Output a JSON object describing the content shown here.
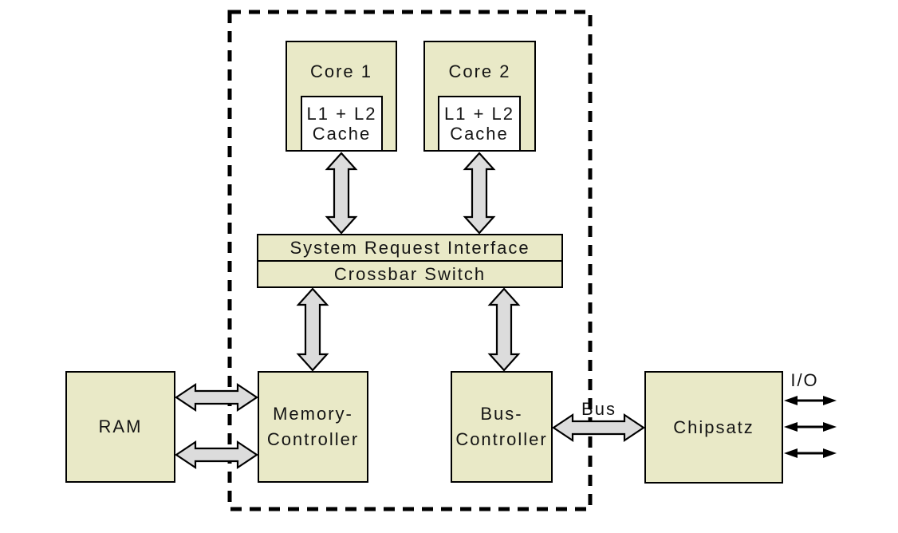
{
  "colors": {
    "background": "#ffffff",
    "box_fill": "#e9e9c7",
    "cache_fill": "#ffffff",
    "box_border": "#000000",
    "arrow_fill": "#dcdcdc",
    "arrow_outline": "#000000",
    "io_arrow": "#000000",
    "boundary_dash": "#000000",
    "text": "#141414"
  },
  "nodes": {
    "core1": {
      "label": "Core 1"
    },
    "core2": {
      "label": "Core 2"
    },
    "cache1": {
      "line1": "L1 + L2",
      "line2": "Cache"
    },
    "cache2": {
      "line1": "L1 + L2",
      "line2": "Cache"
    },
    "system_request_interface": {
      "label": "System Request Interface"
    },
    "crossbar_switch": {
      "label": "Crossbar Switch"
    },
    "memory_controller": {
      "line1": "Memory-",
      "line2": "Controller"
    },
    "bus_controller": {
      "line1": "Bus-",
      "line2": "Controller"
    },
    "ram": {
      "label": "RAM"
    },
    "chipset": {
      "label": "Chipsatz"
    }
  },
  "labels": {
    "bus": "Bus",
    "io": "I/O"
  },
  "edges": [
    {
      "from": "cache1",
      "to": "system_request_interface",
      "style": "block-double-arrow",
      "direction": "bidirectional"
    },
    {
      "from": "cache2",
      "to": "system_request_interface",
      "style": "block-double-arrow",
      "direction": "bidirectional"
    },
    {
      "from": "crossbar_switch",
      "to": "memory_controller",
      "style": "block-double-arrow",
      "direction": "bidirectional"
    },
    {
      "from": "crossbar_switch",
      "to": "bus_controller",
      "style": "block-double-arrow",
      "direction": "bidirectional"
    },
    {
      "from": "ram",
      "to": "memory_controller",
      "style": "block-double-arrow",
      "direction": "bidirectional",
      "count": 2
    },
    {
      "from": "bus_controller",
      "to": "chipset",
      "style": "block-double-arrow",
      "direction": "bidirectional",
      "label": "Bus"
    },
    {
      "from": "chipset",
      "to": "io",
      "style": "thin-double-arrow",
      "direction": "bidirectional",
      "count": 3
    }
  ],
  "boundary": {
    "encloses": "CPU die (cores, caches, SRI, crossbar, memory controller, bus controller)",
    "style": "dashed"
  }
}
